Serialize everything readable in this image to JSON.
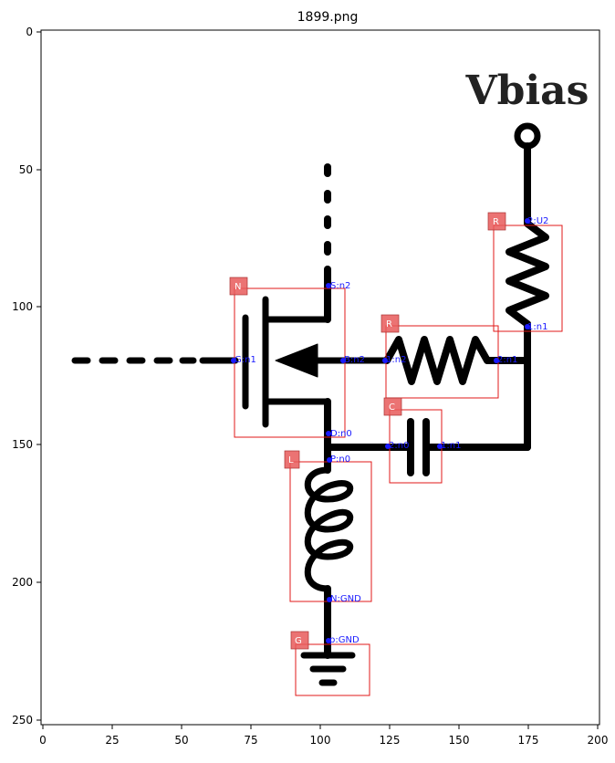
{
  "title": "1899.png",
  "x_ticks": [
    "0",
    "25",
    "50",
    "75",
    "100",
    "125",
    "150",
    "175",
    "200"
  ],
  "y_ticks": [
    "0",
    "50",
    "100",
    "150",
    "200",
    "250"
  ],
  "schematic_text": "Vbias",
  "components": [
    {
      "class": "R",
      "pins": [
        "2:U2",
        "1:n1"
      ]
    },
    {
      "class": "N",
      "pins": [
        "S:n2",
        "G:n1",
        "B:n2",
        "D:n0"
      ]
    },
    {
      "class": "R",
      "pins": [
        "1:n2",
        "2:n1"
      ]
    },
    {
      "class": "C",
      "pins": [
        "2:n0",
        "1:n1"
      ]
    },
    {
      "class": "L",
      "pins": [
        "P:n0",
        "N:GND"
      ]
    },
    {
      "class": "G",
      "pins": [
        "p:GND"
      ]
    }
  ],
  "colors": {
    "box": "#e01818",
    "label_bg": "#e85a5a",
    "pin": "#1a1aff",
    "wire": "#000000"
  }
}
